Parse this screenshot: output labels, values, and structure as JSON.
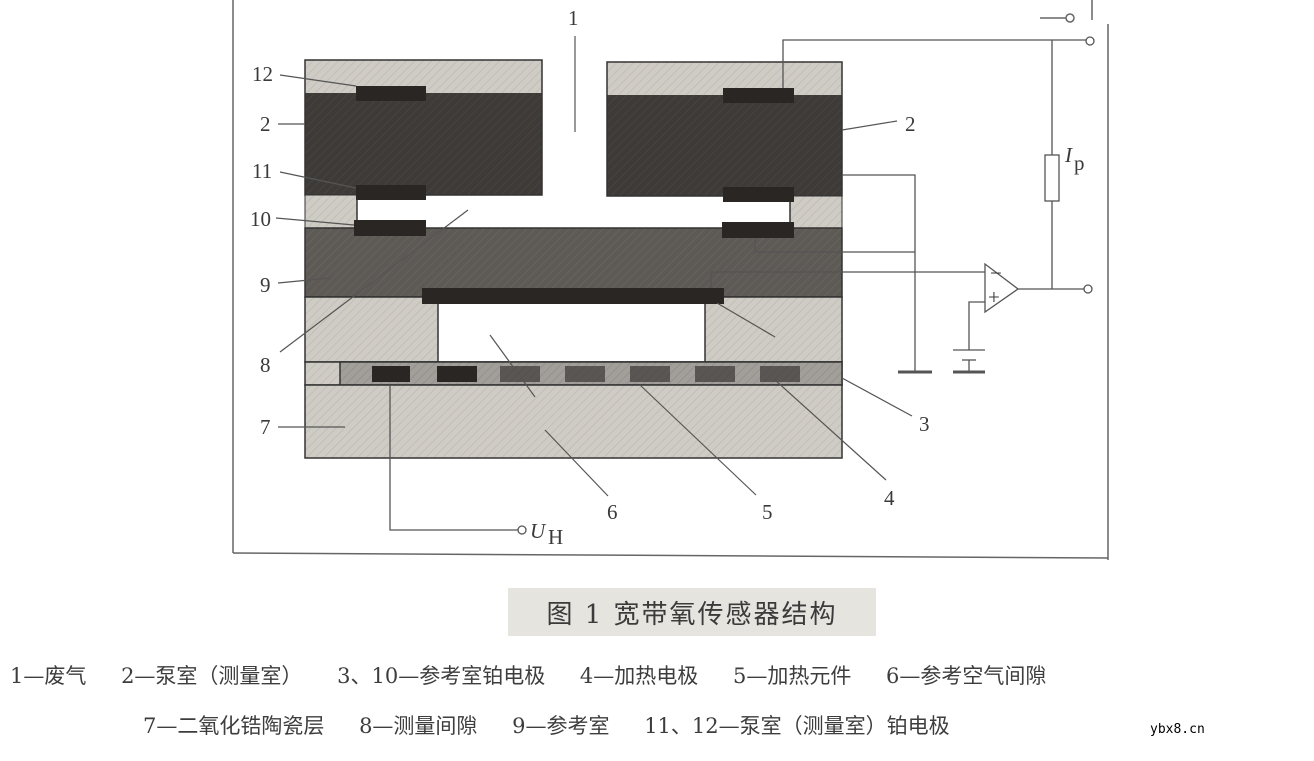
{
  "figure": {
    "caption": "图 1  宽带氧传感器结构",
    "callouts": {
      "n1": "1",
      "n2_left": "2",
      "n2_right": "2",
      "n3": "3",
      "n4": "4",
      "n5": "5",
      "n6": "6",
      "n7": "7",
      "n8": "8",
      "n9": "9",
      "n10": "10",
      "n11": "11",
      "n12": "12"
    },
    "circuit": {
      "resistor_label_main": "I",
      "resistor_label_sub": "p",
      "heater_voltage_main": "U",
      "heater_voltage_sub": "H",
      "opamp_minus": "−",
      "opamp_plus": "+"
    },
    "colors": {
      "light_ceramic": "#cfccc5",
      "pump_cell": "#3d3a37",
      "reference_layer": "#5d5955",
      "electrode": "#2a2624",
      "heater_gray": "#a29f9a",
      "line": "#555555"
    }
  },
  "legend": {
    "line1": [
      "1—废气",
      "2—泵室（测量室）",
      "3、10—参考室铂电极",
      "4—加热电极",
      "5—加热元件",
      "6—参考空气间隙"
    ],
    "line2": [
      "7—二氧化锆陶瓷层",
      "8—测量间隙",
      "9—参考室",
      "11、12—泵室（测量室）铂电极"
    ]
  },
  "watermark": {
    "site": "ybx8.cn"
  }
}
